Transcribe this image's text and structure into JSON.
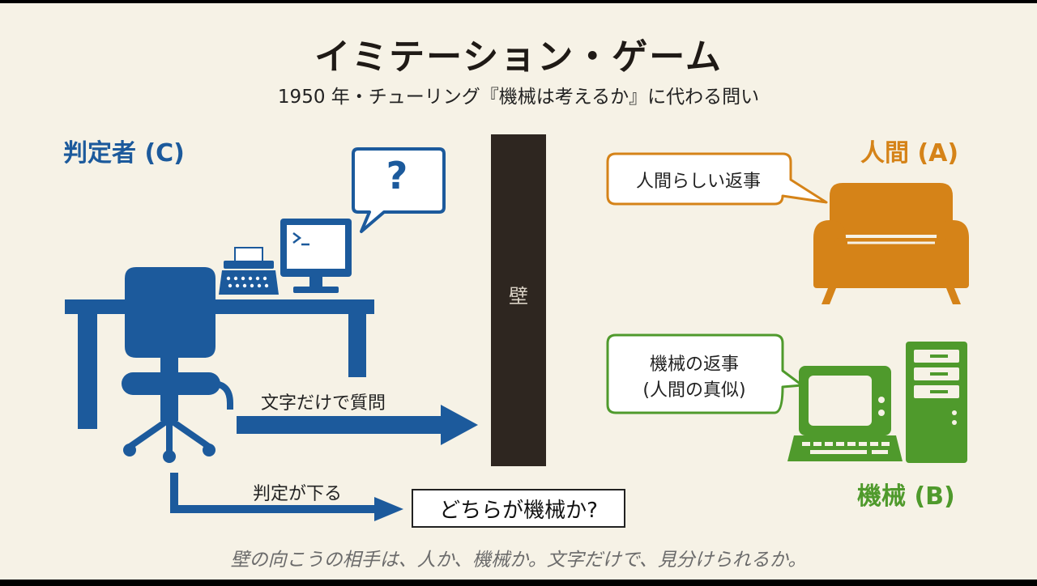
{
  "title": "イミテーション・ゲーム",
  "subtitle": "1950 年・チューリング『機械は考えるか』に代わる問い",
  "roles": {
    "judge": "判定者 (C)",
    "human": "人間 (A)",
    "machine": "機械 (B)"
  },
  "wall_label": "壁",
  "bubbles": {
    "judge_question": "?",
    "human_reply": "人間らしい返事",
    "machine_reply_line1": "機械の返事",
    "machine_reply_line2": "(人間の真似)"
  },
  "arrows": {
    "question_label": "文字だけで質問",
    "judgment_label": "判定が下る"
  },
  "question_box": "どちらが機械か?",
  "caption": "壁の向こうの相手は、人か、機械か。文字だけで、見分けられるか。",
  "colors": {
    "judge_blue": "#1c5a9c",
    "human_orange": "#d58318",
    "machine_green": "#4f9a2c",
    "wall": "#2e2620",
    "background": "#f6f2e6"
  },
  "icons": [
    "desk-icon",
    "office-chair-icon",
    "typewriter-icon",
    "monitor-icon",
    "armchair-icon",
    "computer-terminal-icon",
    "server-tower-icon"
  ]
}
